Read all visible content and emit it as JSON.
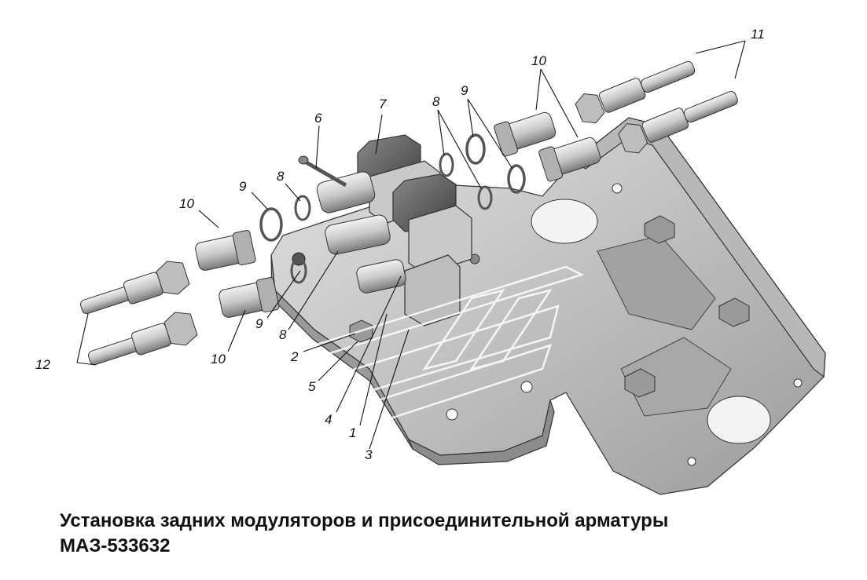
{
  "caption": {
    "line1": "Установка задних модуляторов и присоединительной арматуры",
    "line2": "МАЗ-533632"
  },
  "callouts": {
    "c1": "1",
    "c2": "2",
    "c3": "3",
    "c4": "4",
    "c5": "5",
    "c6": "6",
    "c7": "7",
    "c8a": "8",
    "c8b": "8",
    "c8c": "8",
    "c9a": "9",
    "c9b": "9",
    "c9c": "9",
    "c10a": "10",
    "c10b": "10",
    "c10c": "10",
    "c11": "11",
    "c12": "12"
  },
  "colors": {
    "metal_light": "#d9d9d9",
    "metal_mid": "#b5b5b5",
    "metal_dark": "#6e6e6e",
    "ink": "#111111"
  }
}
